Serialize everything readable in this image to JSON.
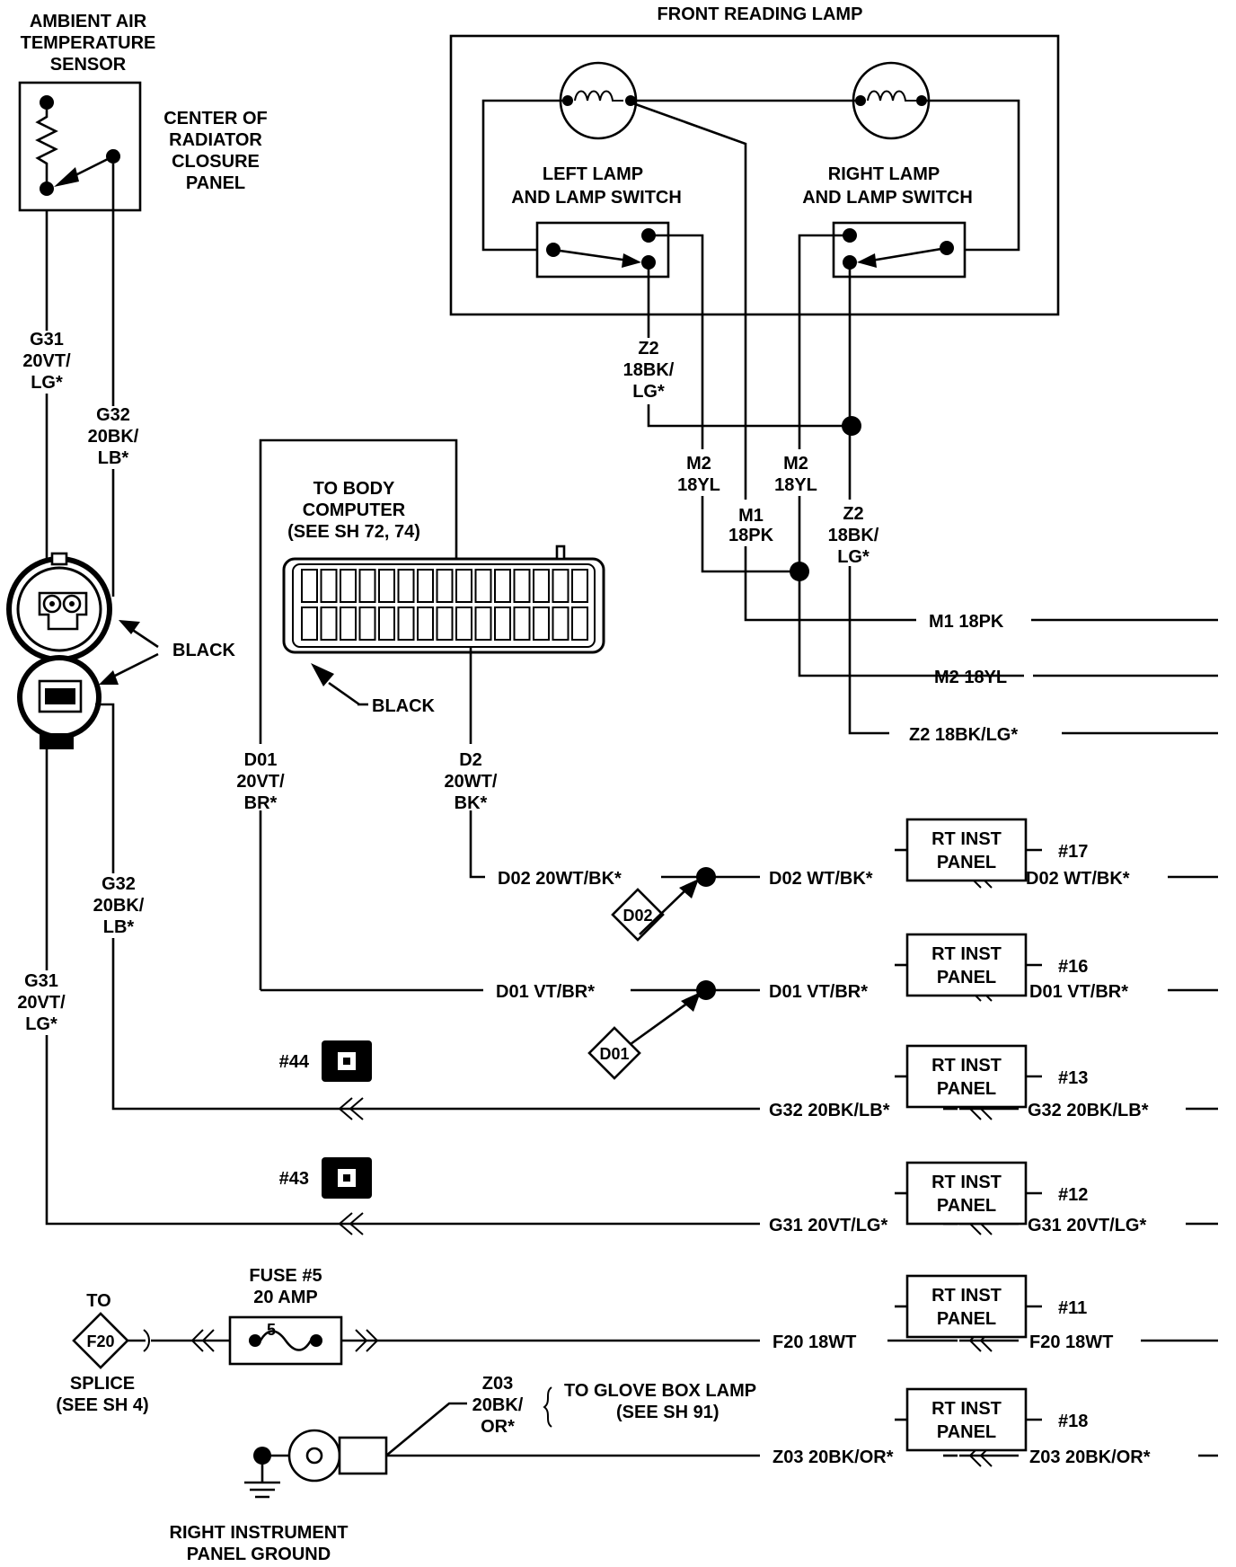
{
  "sensor": {
    "title": [
      "AMBIENT AIR",
      "TEMPERATURE",
      "SENSOR"
    ],
    "location": [
      "CENTER OF",
      "RADIATOR",
      "CLOSURE",
      "PANEL"
    ]
  },
  "lamp": {
    "title": "FRONT READING LAMP",
    "left": [
      "LEFT LAMP",
      "AND LAMP SWITCH"
    ],
    "right": [
      "RIGHT LAMP",
      "AND LAMP SWITCH"
    ]
  },
  "wires": {
    "g31_top": [
      "G31",
      "20VT/",
      "LG*"
    ],
    "g32_top": [
      "G32",
      "20BK/",
      "LB*"
    ],
    "g32_mid": [
      "G32",
      "20BK/",
      "LB*"
    ],
    "g31_mid": [
      "G31",
      "20VT/",
      "LG*"
    ],
    "z2_left": [
      "Z2",
      "18BK/",
      "LG*"
    ],
    "m2_left": [
      "M2",
      "18YL"
    ],
    "m1": [
      "M1",
      "18PK"
    ],
    "m2_right": [
      "M2",
      "18YL"
    ],
    "z2_right": [
      "Z2",
      "18BK/",
      "LG*"
    ],
    "d01": [
      "D01",
      "20VT/",
      "BR*"
    ],
    "d2": [
      "D2",
      "20WT/",
      "BK*"
    ],
    "z03": [
      "Z03",
      "20BK/",
      "OR*"
    ]
  },
  "connectors": {
    "black_left": "BLACK",
    "black_bc": "BLACK",
    "body_computer": [
      "TO BODY",
      "COMPUTER",
      "(SEE SH 72, 74)"
    ],
    "c44": "#44",
    "c43": "#43"
  },
  "right_lines": {
    "m1": "M1  18PK",
    "m2": "M2  18YL",
    "z2": "Z2  18BK/LG*"
  },
  "rows": [
    {
      "panel": [
        "RT INST",
        "PANEL"
      ],
      "pin": "#17",
      "left": "D02 20WT/BK*",
      "mid": "D02  WT/BK*",
      "right": "D02  WT/BK*",
      "splice": "D02"
    },
    {
      "panel": [
        "RT INST",
        "PANEL"
      ],
      "pin": "#16",
      "left": "D01  VT/BR*",
      "mid": "D01  VT/BR*",
      "right": "D01  VT/BR*",
      "splice": "D01"
    },
    {
      "panel": [
        "RT INST",
        "PANEL"
      ],
      "pin": "#13",
      "mid": "G32  20BK/LB*",
      "right": "G32  20BK/LB*"
    },
    {
      "panel": [
        "RT INST",
        "PANEL"
      ],
      "pin": "#12",
      "mid": "G31  20VT/LG*",
      "right": "G31  20VT/LG*"
    },
    {
      "panel": [
        "RT INST",
        "PANEL"
      ],
      "pin": "#11",
      "mid": "F20  18WT",
      "right": "F20  18WT"
    },
    {
      "panel": [
        "RT INST",
        "PANEL"
      ],
      "pin": "#18",
      "mid": "Z03  20BK/OR*",
      "right": "Z03  20BK/OR*"
    }
  ],
  "fuse": {
    "title": [
      "FUSE #5",
      "20 AMP"
    ],
    "number": "5"
  },
  "splice_f20": {
    "to": "TO",
    "label": "F20",
    "caption": [
      "SPLICE",
      "(SEE SH 4)"
    ]
  },
  "glove_box": [
    "TO GLOVE BOX LAMP",
    "(SEE SH 91)"
  ],
  "ground": [
    "RIGHT INSTRUMENT",
    "PANEL GROUND"
  ]
}
